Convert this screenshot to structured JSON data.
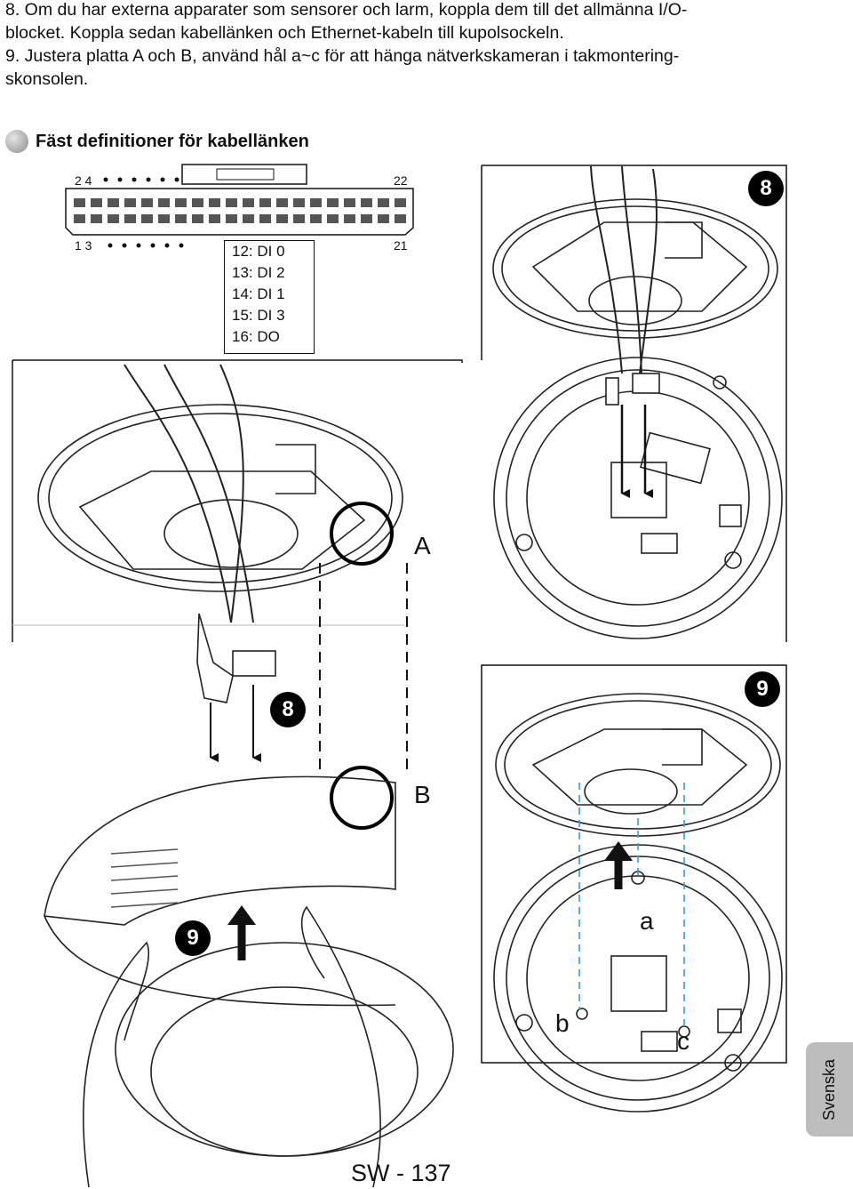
{
  "instructions": [
    "8. Om du har externa apparater som sensorer och larm, koppla dem till det allmänna I/O-",
    "blocket. Koppla sedan kabellänken och Ethernet-kabeln till kupolsockeln.",
    "9. Justera platta A och B, använd hål a~c för att hänga nätverkskameran i takmontering-",
    "skonsolen."
  ],
  "section_title": "Fäst definitioner för kabellänken",
  "connector": {
    "pin_top_left": "2 4",
    "pin_top_right": "22",
    "pin_bottom_left": "1 3",
    "pin_bottom_right": "21"
  },
  "pin_definitions": [
    "12: DI 0",
    "13: DI 2",
    "14: DI 1",
    "15: DI 3",
    "16: DO"
  ],
  "labels": {
    "plate_a": "A",
    "plate_b": "B",
    "hole_a": "a",
    "hole_b": "b",
    "hole_c": "c"
  },
  "step_badges": {
    "step8_top": "8",
    "step8_mid": "8",
    "step9_right": "9",
    "step9_left": "9"
  },
  "page_number": "SW - 137",
  "language_tab": "Svenska"
}
